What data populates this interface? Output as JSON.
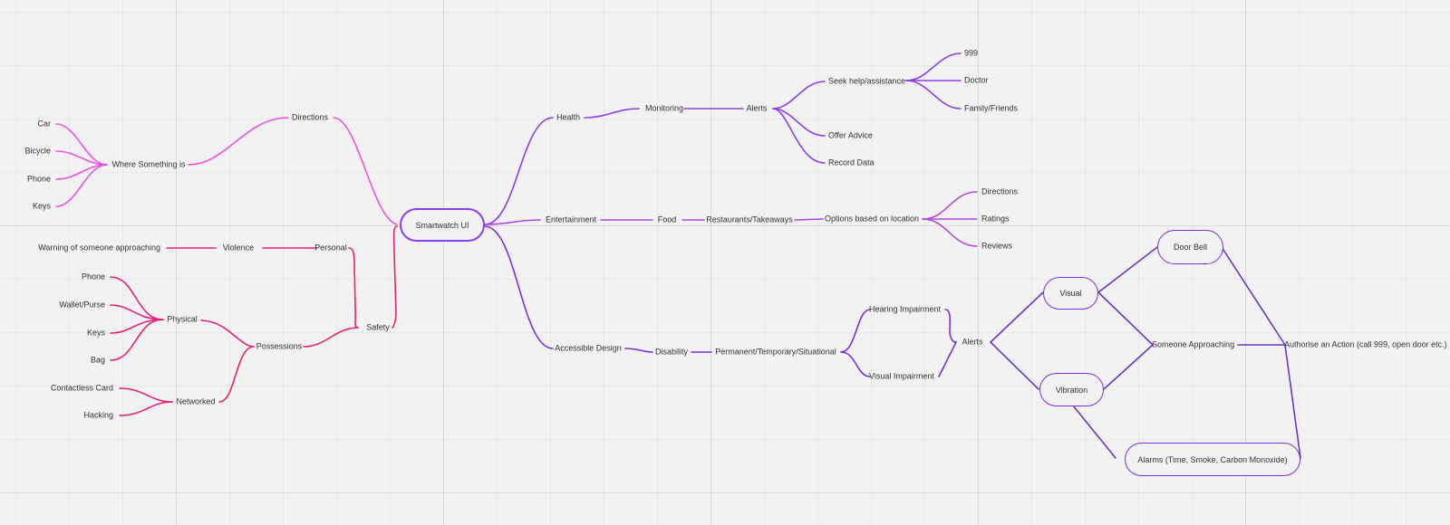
{
  "colors": {
    "background": "#f2f2f2",
    "branch_directions": "#f050e0",
    "branch_safety": "#e8207a",
    "branch_health": "#8a3ff0",
    "branch_entertainment": "#b048e8",
    "branch_accessible": "#7a30e0",
    "diagram_right": "#6a35c8",
    "central_border": "#8a3ff0"
  },
  "mindmap": {
    "central": "Smartwatch UI",
    "left": {
      "directions": {
        "label": "Directions",
        "where": "Where Something is",
        "items": [
          "Car",
          "Bicycle",
          "Phone",
          "Keys"
        ]
      },
      "safety": {
        "label": "Safety",
        "personal": {
          "label": "Personal",
          "violence": "Violence",
          "warning": "Warning of someone approaching"
        },
        "possessions": {
          "label": "Possessions",
          "physical": {
            "label": "Physical",
            "items": [
              "Phone",
              "Wallet/Purse",
              "Keys",
              "Bag"
            ]
          },
          "networked": {
            "label": "Networked",
            "items": [
              "Contactless Card",
              "Hacking"
            ]
          }
        }
      }
    },
    "right": {
      "health": {
        "label": "Health",
        "monitoring": "Monitoring",
        "alerts": "Alerts",
        "seek_help": "Seek help/assistance",
        "help_items": [
          "999",
          "Doctor",
          "Family/Friends"
        ],
        "offer_advice": "Offer Advice",
        "record_data": "Record Data"
      },
      "entertainment": {
        "label": "Entertainment",
        "food": "Food",
        "restaurants": "Restaurants/Takeaways",
        "options": "Options based on location",
        "option_items": [
          "Directions",
          "Ratings",
          "Reviews"
        ]
      },
      "accessible": {
        "label": "Accessible Design",
        "disability": "Disability",
        "types": "Permanent/Temporary/Situational",
        "hearing": "Hearing Impairment",
        "visual_impairment": "Visual Impairment",
        "alerts": "Alerts",
        "visual": "Visual",
        "vibration": "Vibration",
        "door_bell": "Door Bell",
        "someone_approaching": "Someone Approaching",
        "authorise": "Authorise an Action (call 999, open door etc.)",
        "alarms": "Alarms (Time, Smoke, Carbon Monoxide)"
      }
    }
  }
}
